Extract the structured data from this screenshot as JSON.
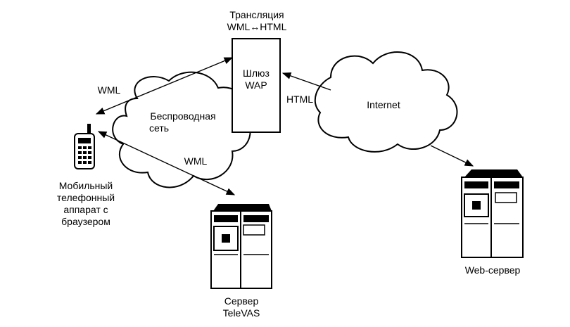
{
  "translation_label": {
    "line1": "Трансляция",
    "line2": "WML↔HTML"
  },
  "gateway": {
    "line1": "Шлюз",
    "line2": "WAP"
  },
  "wireless_net": {
    "line1": "Беспроводная",
    "line2": "сеть"
  },
  "internet": "Internet",
  "links": {
    "wml_upper": "WML",
    "wml_lower": "WML",
    "html": "HTML"
  },
  "phone_label": {
    "line1": "Мобильный",
    "line2": "телефонный",
    "line3": "аппарат с",
    "line4": "браузером"
  },
  "televas_label": {
    "line1": "Сервер",
    "line2": "TeleVAS"
  },
  "web_server_label": "Web-сервер",
  "colors": {
    "ink": "#000000",
    "paper": "#ffffff"
  }
}
